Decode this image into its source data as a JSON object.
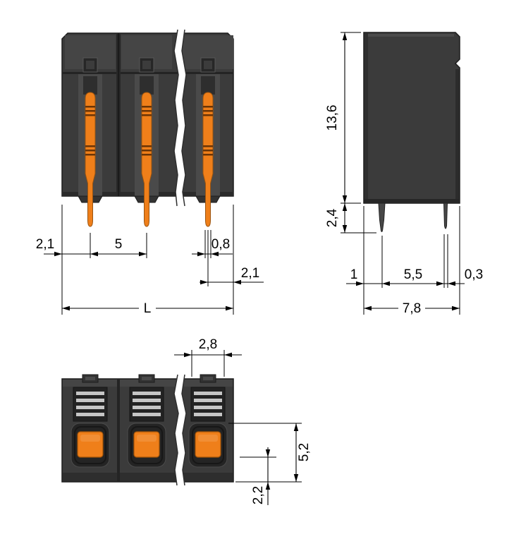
{
  "colors": {
    "orange": "#ef7f1a",
    "housing": "#3b3b3b",
    "ink": "#000000",
    "paper": "#ffffff"
  },
  "front_view": {
    "dims": {
      "offset_left": "2,1",
      "pitch": "5",
      "pin_width": "0,8",
      "offset_right": "2,1",
      "length": "L"
    }
  },
  "side_view": {
    "dims": {
      "height": "13,6",
      "pin_length": "2,4",
      "edge_to_pin": "1",
      "pin_spacing": "5,5",
      "pin_thickness": "0,3",
      "depth": "7,8"
    }
  },
  "top_view": {
    "dims": {
      "opening_width": "2,8",
      "button_span": "5,2",
      "bottom_offset": "2,2"
    }
  }
}
